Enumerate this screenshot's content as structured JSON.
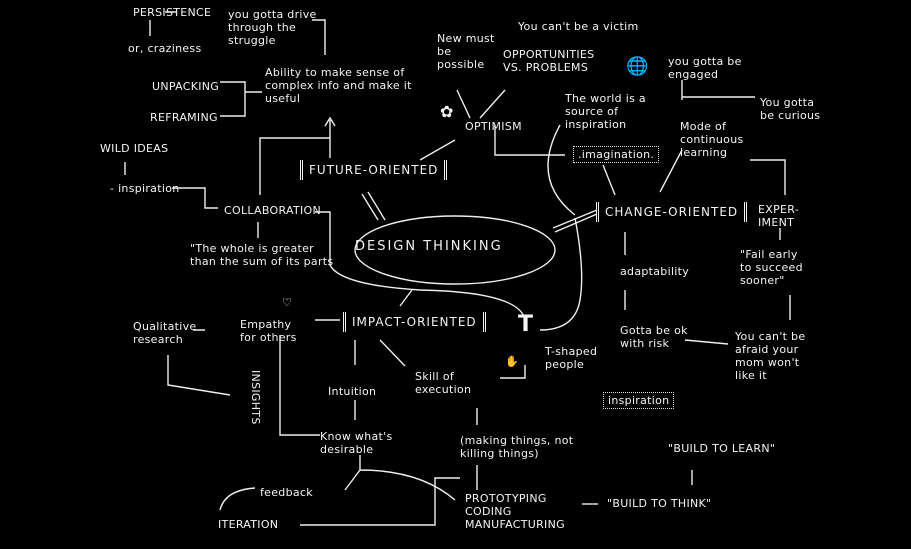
{
  "title": "Design Thinking",
  "center": "DESIGN THINKING",
  "branches": {
    "future": {
      "label": "FUTURE-ORIENTED",
      "ability": "Ability to make sense of complex info and make it useful",
      "unpacking": "UNPACKING",
      "reframing": "REFRAMING",
      "drive": "you gotta drive through the struggle",
      "persistence": "PERSISTENCE",
      "craziness": "or, craziness",
      "collaboration": "COLLABORATION",
      "whole": "\"The whole is greater than the sum of its parts",
      "inspiration": "- inspiration",
      "wild_ideas": "WILD IDEAS",
      "optimism": "OPTIMISM",
      "new_possible": "New must be possible",
      "victim": "You can't be a victim",
      "opportunities": "OPPORTUNITIES vs. PROBLEMS"
    },
    "change": {
      "label": "CHANGE-ORIENTED",
      "world": "The world is a source of inspiration",
      "imagination": ".imagination.",
      "engaged": "you gotta be engaged",
      "curious": "You gotta be curious",
      "learning": "Mode of continuous learning",
      "experiment": "EXPER-\nIMENT",
      "fail": "\"Fail early to succeed sooner\"",
      "adaptability": "adaptability",
      "risk": "Gotta be ok with risk",
      "mom": "You can't be afraid your mom won't like it",
      "inspiration": "inspiration"
    },
    "impact": {
      "label": "IMPACT-ORIENTED",
      "empathy": "Empathy for others",
      "qualitative": "Qualitative research",
      "insights": "INSIGHTS",
      "intuition": "Intuition",
      "desirable": "Know what's desirable",
      "execution": "Skill of execution",
      "t_shaped": "T-shaped people",
      "making": "(making things, not killing things)",
      "prototyping": "PROTOTYPING\nCODING\nMANUFACTURING",
      "build_think": "\"BUILD TO THINK\"",
      "build_learn": "\"BUILD TO LEARN\"",
      "feedback": "feedback",
      "iteration": "ITERATION"
    }
  }
}
